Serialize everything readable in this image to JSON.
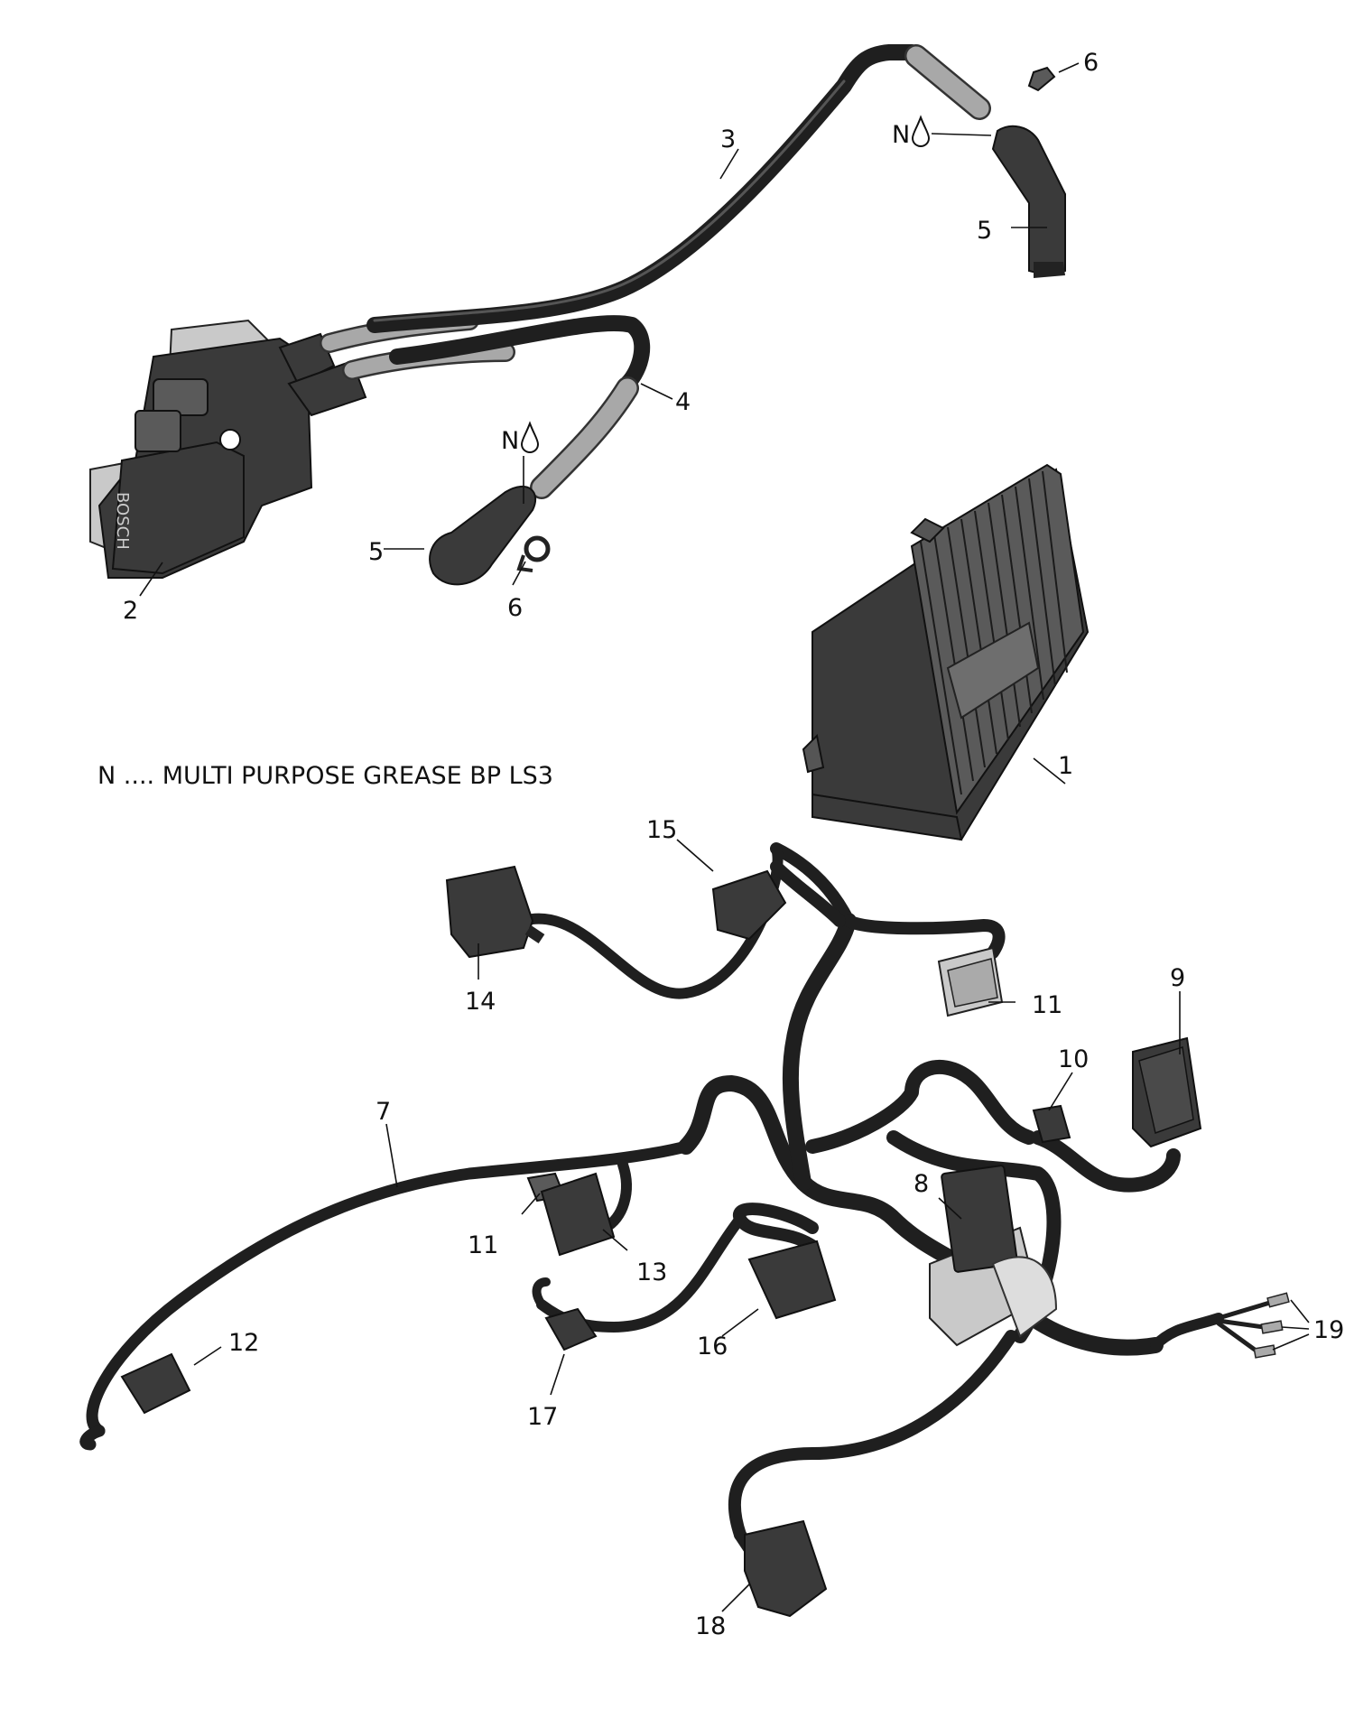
{
  "note": "N .... MULTI PURPOSE GREASE BP LS3",
  "grease_symbol": "N",
  "callouts": [
    {
      "id": "c1",
      "text": "1"
    },
    {
      "id": "c2",
      "text": "2"
    },
    {
      "id": "c3",
      "text": "3"
    },
    {
      "id": "c4",
      "text": "4"
    },
    {
      "id": "c5a",
      "text": "5"
    },
    {
      "id": "c5b",
      "text": "5"
    },
    {
      "id": "c6a",
      "text": "6"
    },
    {
      "id": "c6b",
      "text": "6"
    },
    {
      "id": "c7",
      "text": "7"
    },
    {
      "id": "c8",
      "text": "8"
    },
    {
      "id": "c9",
      "text": "9"
    },
    {
      "id": "c10",
      "text": "10"
    },
    {
      "id": "c11a",
      "text": "11"
    },
    {
      "id": "c11b",
      "text": "11"
    },
    {
      "id": "c12",
      "text": "12"
    },
    {
      "id": "c13",
      "text": "13"
    },
    {
      "id": "c14",
      "text": "14"
    },
    {
      "id": "c15",
      "text": "15"
    },
    {
      "id": "c16",
      "text": "16"
    },
    {
      "id": "c17",
      "text": "17"
    },
    {
      "id": "c18",
      "text": "18"
    },
    {
      "id": "c19",
      "text": "19"
    }
  ],
  "coil_brand": "BOSCH",
  "icons": [
    "grease-drop-icon"
  ]
}
